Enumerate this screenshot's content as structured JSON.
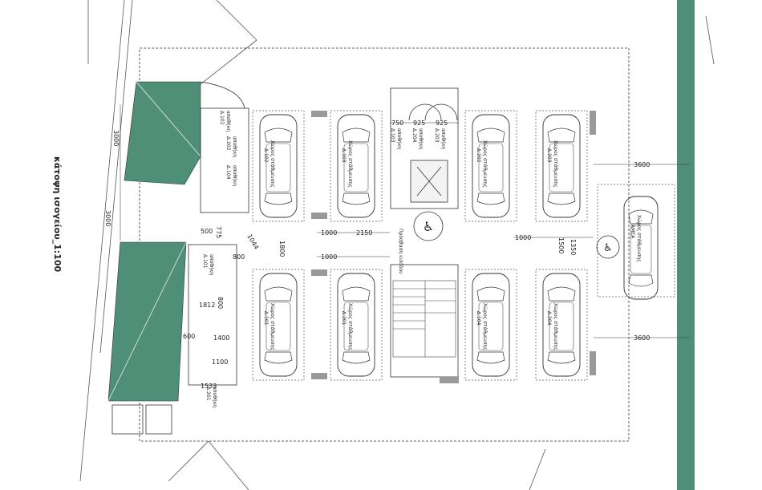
{
  "title": "κάτοψη ισογείου_1:100",
  "colors": {
    "green": "#4f8f78",
    "greenDark": "#3f7a66",
    "line": "#333333",
    "fill": "#e8e8e8"
  },
  "dimensions": {
    "d3000a": "3000",
    "d3000b": "3000",
    "d750": "750",
    "d925a": "925",
    "d925b": "925",
    "d775": "775",
    "d500": "500",
    "d1800": "1800",
    "d1000a": "1000",
    "d2150": "2150",
    "d1000b": "1000",
    "d1000c": "1000",
    "d1500": "1500",
    "d1350": "1350",
    "d800a": "800",
    "d1812": "1812",
    "d800b": "800",
    "d1400": "1400",
    "d600": "600",
    "d1100": "1100",
    "d1533": "1533",
    "d3600a": "3600",
    "d3600b": "3600",
    "d1044": "1044"
  },
  "storage": [
    {
      "label": "αποθήκη",
      "code": "Δ.102"
    },
    {
      "label": "αποθήκη",
      "code": "Δ.202"
    },
    {
      "label": "αποθήκη",
      "code": "Δ.104"
    },
    {
      "label": "αποθήκη",
      "code": "Δ.101"
    },
    {
      "label": "αποθήκη",
      "code": "Δ.201"
    }
  ],
  "parking": [
    {
      "label": "Χώρος στάθμευσης",
      "code": "Δ.102"
    },
    {
      "label": "Χώρος στάθμευσης",
      "code": "Δ.103"
    },
    {
      "label": "Χώρος στάθμευσης",
      "code": "Δ.202"
    },
    {
      "label": "Χώρος στάθμευσης",
      "code": "Δ.203"
    },
    {
      "label": "Χώρος στάθμευσης",
      "code": "Δ.101"
    },
    {
      "label": "Χώρος στάθμευσης",
      "code": "Δ.201"
    },
    {
      "label": "Χώρος στάθμευσης",
      "code": "Δ.104"
    },
    {
      "label": "Χώρος στάθμευσης",
      "code": "Δ.204"
    }
  ],
  "core_storage": [
    {
      "label": "αποθήκη",
      "code": "Δ.103"
    },
    {
      "label": "αποθήκη",
      "code": "Δ.204"
    },
    {
      "label": "αποθήκη",
      "code": "Δ.203"
    }
  ],
  "amea": {
    "label": "Χώρος στάθμευσης",
    "tag": "ΑΜΕΑ"
  },
  "entrance": "Πρόσβαση εισόδου"
}
